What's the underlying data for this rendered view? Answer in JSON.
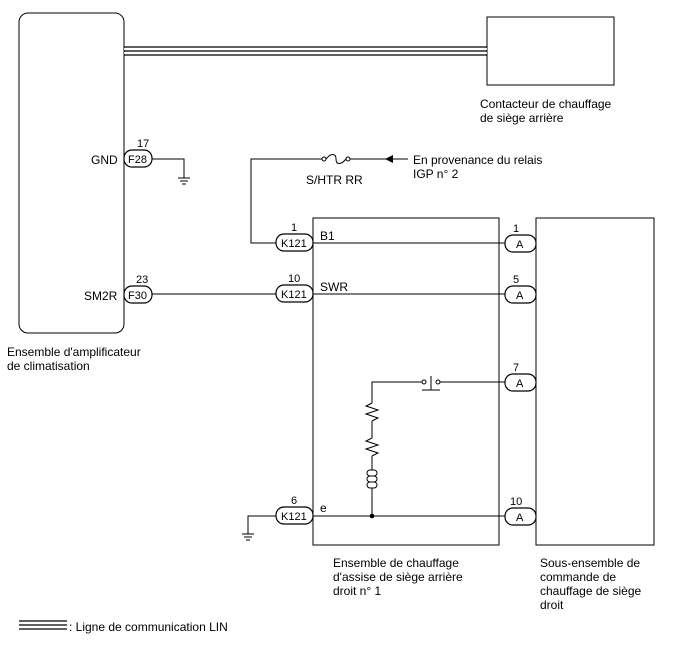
{
  "components": {
    "aircon_amp": {
      "line1": "Ensemble d'amplificateur",
      "line2": "de climatisation"
    },
    "rear_seat_switch": {
      "line1": "Contacteur de chauffage",
      "line2": "de siège arrière"
    },
    "rear_seat_heater": {
      "line1": "Ensemble de chauffage",
      "line2": "d'assise de siège arrière",
      "line3": "droit n° 1"
    },
    "control_subassy": {
      "line1": "Sous-ensemble de",
      "line2": "commande de",
      "line3": "chauffage de siège",
      "line4": "droit"
    }
  },
  "relay_source": {
    "line1": "En provenance du relais",
    "line2": "IGP n° 2"
  },
  "fuse": {
    "label": "S/HTR RR"
  },
  "connectors": {
    "f28": {
      "pin": "17",
      "code": "F28",
      "signal": "GND"
    },
    "f30": {
      "pin": "23",
      "code": "F30",
      "signal": "SM2R"
    },
    "k121_1": {
      "pin": "1",
      "code": "K121",
      "signal": "B1"
    },
    "k121_10": {
      "pin": "10",
      "code": "K121",
      "signal": "SWR"
    },
    "k121_6": {
      "pin": "6",
      "code": "K121",
      "signal": "e"
    },
    "a_1": {
      "pin": "1",
      "code": "A"
    },
    "a_5": {
      "pin": "5",
      "code": "A"
    },
    "a_7": {
      "pin": "7",
      "code": "A"
    },
    "a_10": {
      "pin": "10",
      "code": "A"
    }
  },
  "legend": {
    "label": ": Ligne de communication LIN"
  }
}
